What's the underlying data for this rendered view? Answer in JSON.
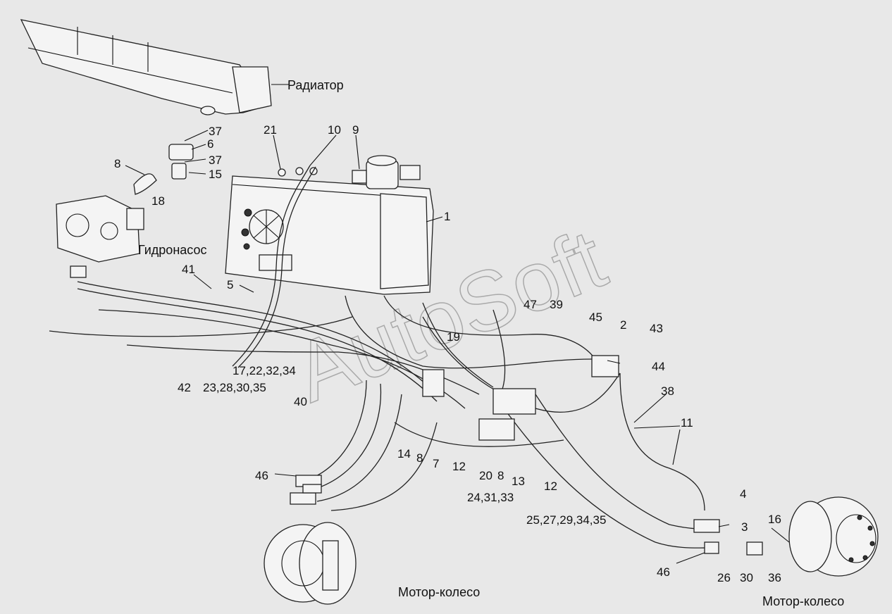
{
  "watermark": "AutoSoft",
  "components": {
    "radiator": "Радиатор",
    "pump": "Гидронасос",
    "motor_wheel_left": "Мотор-колесо",
    "motor_wheel_right": "Мотор-колесо"
  },
  "callouts": [
    {
      "id": "c37a",
      "text": "37"
    },
    {
      "id": "c6",
      "text": "6"
    },
    {
      "id": "c37b",
      "text": "37"
    },
    {
      "id": "c15",
      "text": "15"
    },
    {
      "id": "c8a",
      "text": "8"
    },
    {
      "id": "c18",
      "text": "18"
    },
    {
      "id": "c21",
      "text": "21"
    },
    {
      "id": "c10",
      "text": "10"
    },
    {
      "id": "c9",
      "text": "9"
    },
    {
      "id": "c1",
      "text": "1"
    },
    {
      "id": "c41",
      "text": "41"
    },
    {
      "id": "c5",
      "text": "5"
    },
    {
      "id": "c47",
      "text": "47"
    },
    {
      "id": "c39",
      "text": "39"
    },
    {
      "id": "c45",
      "text": "45"
    },
    {
      "id": "c2",
      "text": "2"
    },
    {
      "id": "c43",
      "text": "43"
    },
    {
      "id": "c19",
      "text": "19"
    },
    {
      "id": "c44",
      "text": "44"
    },
    {
      "id": "c17",
      "text": "17,22,32,34"
    },
    {
      "id": "c42",
      "text": "42"
    },
    {
      "id": "c23",
      "text": "23,28,30,35"
    },
    {
      "id": "c38",
      "text": "38"
    },
    {
      "id": "c40",
      "text": "40"
    },
    {
      "id": "c11",
      "text": "11"
    },
    {
      "id": "c14",
      "text": "14"
    },
    {
      "id": "c8b",
      "text": "8"
    },
    {
      "id": "c7",
      "text": "7"
    },
    {
      "id": "c12a",
      "text": "12"
    },
    {
      "id": "c20",
      "text": "20"
    },
    {
      "id": "c8c",
      "text": "8"
    },
    {
      "id": "c13",
      "text": "13"
    },
    {
      "id": "c46a",
      "text": "46"
    },
    {
      "id": "c12b",
      "text": "12"
    },
    {
      "id": "c24",
      "text": "24,31,33"
    },
    {
      "id": "c4",
      "text": "4"
    },
    {
      "id": "c25",
      "text": "25,27,29,34,35"
    },
    {
      "id": "c3",
      "text": "3"
    },
    {
      "id": "c16",
      "text": "16"
    },
    {
      "id": "c46b",
      "text": "46"
    },
    {
      "id": "c26",
      "text": "26"
    },
    {
      "id": "c30",
      "text": "30"
    },
    {
      "id": "c36",
      "text": "36"
    }
  ]
}
